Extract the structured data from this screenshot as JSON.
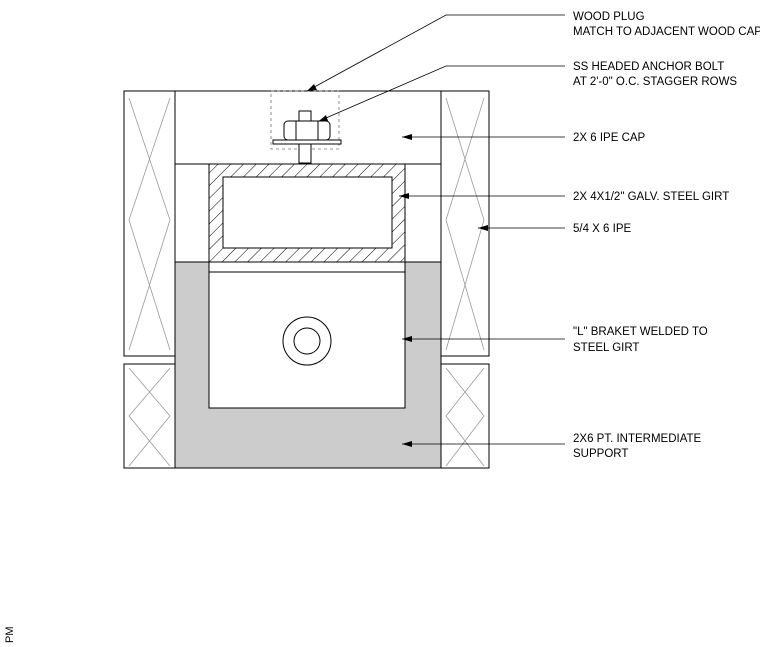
{
  "notes": [
    {
      "line1": "WOOD PLUG",
      "line2": "MATCH TO ADJACENT WOOD CAP"
    },
    {
      "line1": "SS HEADED ANCHOR BOLT",
      "line2": "AT 2'-0\" O.C. STAGGER ROWS"
    },
    {
      "line1": "2X 6 IPE CAP",
      "line2": ""
    },
    {
      "line1": "2X 4X1/2\" GALV. STEEL GIRT",
      "line2": ""
    },
    {
      "line1": "5/4 X 6 IPE",
      "line2": ""
    },
    {
      "line1": "\"L\" BRAKET WELDED TO",
      "line2": "STEEL GIRT"
    },
    {
      "line1": "2X6 PT. INTERMEDIATE",
      "line2": "SUPPORT"
    }
  ],
  "side_tag": "PM",
  "colors": {
    "line": "#000000",
    "concrete_fill": "#cccccc",
    "wood_grain": "#9a9a9a"
  }
}
